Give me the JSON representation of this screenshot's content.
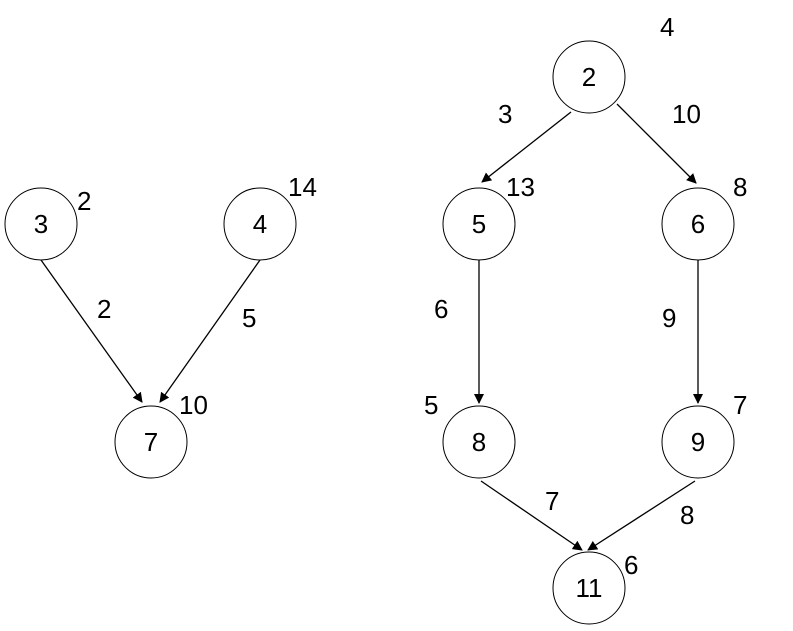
{
  "nodes": {
    "n3": {
      "label": "3",
      "weight": "2"
    },
    "n4": {
      "label": "4",
      "weight": "14"
    },
    "n7": {
      "label": "7",
      "weight": "10"
    },
    "n2": {
      "label": "2",
      "weight": "4"
    },
    "n5": {
      "label": "5",
      "weight": "13"
    },
    "n6": {
      "label": "6",
      "weight": "8"
    },
    "n8": {
      "label": "8",
      "weight": "5"
    },
    "n9": {
      "label": "9",
      "weight": "7"
    },
    "n11": {
      "label": "11",
      "weight": "6"
    }
  },
  "edges": {
    "e3_7": {
      "from": "3",
      "to": "7",
      "label": "2"
    },
    "e4_7": {
      "from": "4",
      "to": "7",
      "label": "5"
    },
    "e2_5": {
      "from": "2",
      "to": "5",
      "label": "3"
    },
    "e2_6": {
      "from": "2",
      "to": "6",
      "label": "10"
    },
    "e5_8": {
      "from": "5",
      "to": "8",
      "label": "6"
    },
    "e6_9": {
      "from": "6",
      "to": "9",
      "label": "9"
    },
    "e8_11": {
      "from": "8",
      "to": "11",
      "label": "7"
    },
    "e9_11": {
      "from": "9",
      "to": "11",
      "label": "8"
    }
  }
}
